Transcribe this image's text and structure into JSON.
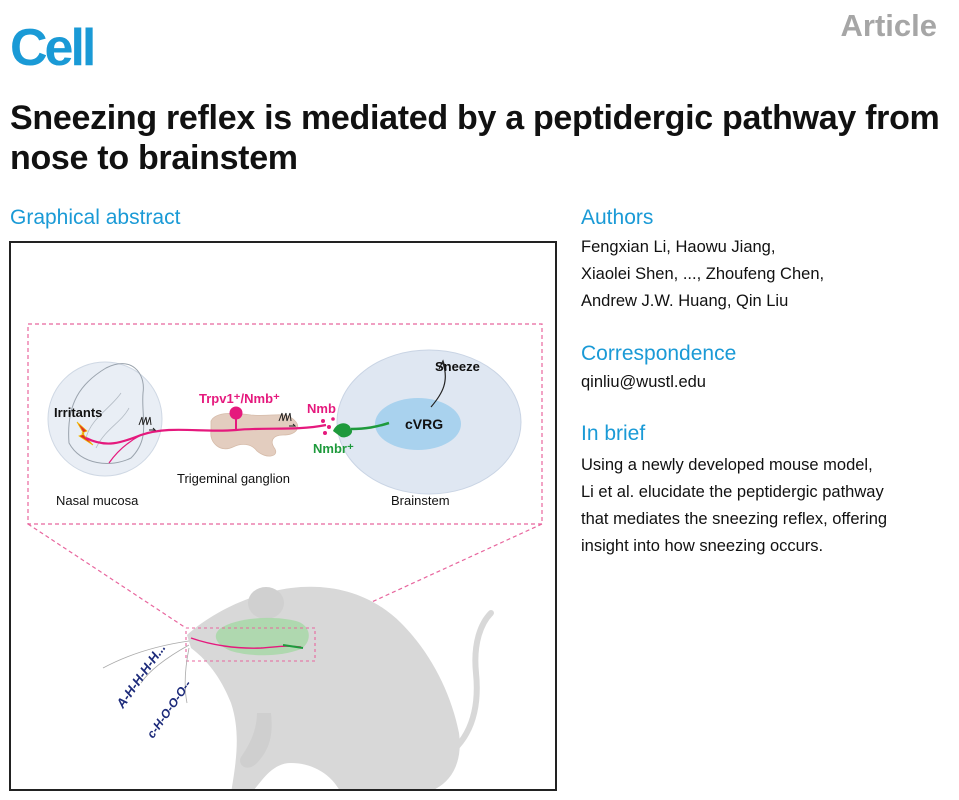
{
  "header": {
    "journal": "Cell",
    "article_type": "Article"
  },
  "title": "Sneezing reflex is mediated by a peptidergic pathway from nose to brainstem",
  "graphical_abstract": {
    "heading": "Graphical abstract",
    "labels": {
      "irritants": "Irritants",
      "nasal_mucosa": "Nasal mucosa",
      "trpv1_nmb": "Trpv1⁺/Nmb⁺",
      "trigeminal_ganglion": "Trigeminal ganglion",
      "nmb": "Nmb",
      "nmbr": "Nmbr⁺",
      "cvrg": "cVRG",
      "sneeze": "Sneeze",
      "brainstem": "Brainstem",
      "sound_1": "A-H-H-H-H...",
      "sound_2": "c-H-O-O-O--"
    }
  },
  "authors": {
    "heading": "Authors",
    "lines": [
      "Fengxian Li, Haowu Jiang,",
      "Xiaolei Shen, ..., Zhoufeng Chen,",
      "Andrew J.W. Huang, Qin Liu"
    ]
  },
  "correspondence": {
    "heading": "Correspondence",
    "email": "qinliu@wustl.edu"
  },
  "in_brief": {
    "heading": "In brief",
    "lines": [
      "Using a newly developed mouse model,",
      "Li et al. elucidate the peptidergic pathway",
      "that mediates the sneezing reflex, offering",
      "insight into how sneezing occurs."
    ]
  },
  "colors": {
    "accent": "#1a9ad6",
    "magenta": "#e5197d",
    "green": "#1e9a3c",
    "navy": "#1c2a7a"
  }
}
